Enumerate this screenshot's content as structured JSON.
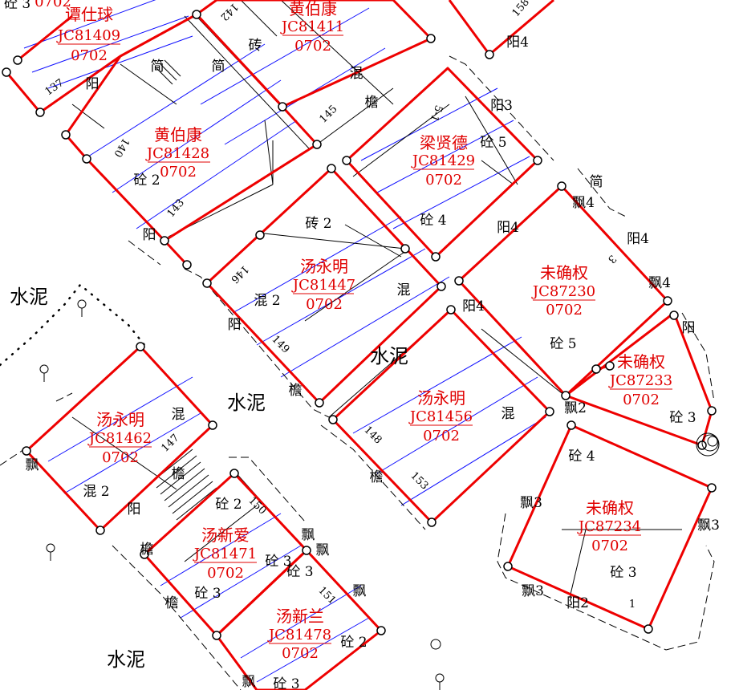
{
  "map": {
    "parcels": [
      {
        "id": "p81409",
        "owner": "谭仕球",
        "code": "JC81409",
        "num": "0702",
        "pnum": "137"
      },
      {
        "id": "p81411",
        "owner": "黄伯康",
        "code": "JC81411",
        "num": "0702",
        "pnum": "142"
      },
      {
        "id": "p81428",
        "owner": "黄伯康",
        "code": "JC81428",
        "num": "0702",
        "pnum": "140"
      },
      {
        "id": "p81429",
        "owner": "梁贤德",
        "code": "JC81429",
        "num": "0702",
        "pnum": "5-1"
      },
      {
        "id": "p81447",
        "owner": "汤永明",
        "code": "JC81447",
        "num": "0702",
        "pnum": "146"
      },
      {
        "id": "p87230",
        "owner": "未确权",
        "code": "JC87230",
        "num": "0702",
        "pnum": "3"
      },
      {
        "id": "p87233",
        "owner": "未确权",
        "code": "JC87233",
        "num": "0702",
        "pnum": ""
      },
      {
        "id": "p81456",
        "owner": "汤永明",
        "code": "JC81456",
        "num": "0702",
        "pnum": "148"
      },
      {
        "id": "p81462",
        "owner": "汤永明",
        "code": "JC81462",
        "num": "0702",
        "pnum": "147"
      },
      {
        "id": "p87234",
        "owner": "未确权",
        "code": "JC87234",
        "num": "0702",
        "pnum": "1"
      },
      {
        "id": "p81471",
        "owner": "汤新爱",
        "code": "JC81471",
        "num": "0702",
        "pnum": "150"
      },
      {
        "id": "p81478",
        "owner": "汤新兰",
        "code": "JC81478",
        "num": "0702",
        "pnum": "151"
      }
    ],
    "top_left": {
      "code_fragment": "0702",
      "label_fragment": "砼 3"
    },
    "top_right": {
      "label": "阳4",
      "pnum": "158"
    },
    "extra_pnums": [
      "145",
      "143",
      "149",
      "153"
    ],
    "materials": {
      "shuini": "水泥",
      "hun": "混",
      "hun2": "混 2",
      "zhuan": "砖",
      "zhuan2": "砖 2",
      "tong2": "砼 2",
      "tong3": "砼 3",
      "tong4": "砼 4",
      "tong5": "砼 5",
      "yang": "阳",
      "yang2": "阳2",
      "yang3": "阳3",
      "yang4": "阳4",
      "jian": "简",
      "yan": "檐",
      "piao": "飘",
      "piao2": "飘2",
      "piao3": "飘3",
      "piao4": "飘4"
    }
  }
}
